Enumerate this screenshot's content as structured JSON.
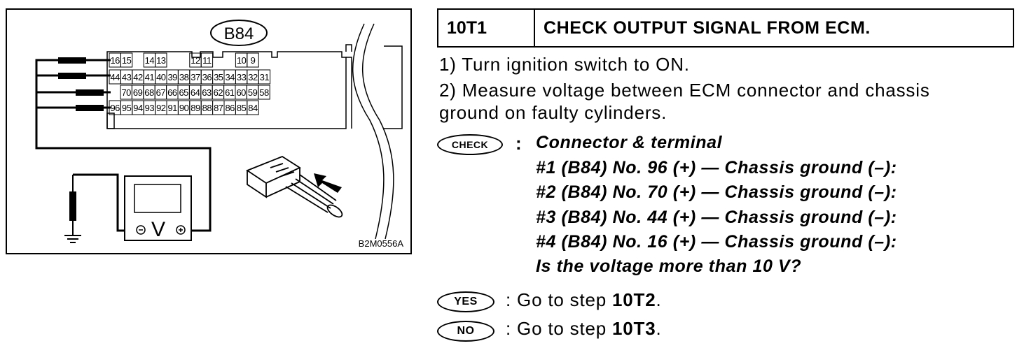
{
  "diagram": {
    "connector_label": "B84",
    "figure_code": "B2M0556A",
    "meter_symbol": "V",
    "pin_rows": [
      [
        "16",
        "15",
        "",
        "14",
        "13",
        "",
        "",
        "12",
        "11",
        "",
        "",
        "10",
        "9"
      ],
      [
        "44",
        "43",
        "42",
        "41",
        "40",
        "39",
        "38",
        "37",
        "36",
        "35",
        "34",
        "33",
        "32",
        "31"
      ],
      [
        "70",
        "69",
        "68",
        "67",
        "66",
        "65",
        "64",
        "63",
        "62",
        "61",
        "60",
        "59",
        "58"
      ],
      [
        "96",
        "95",
        "94",
        "93",
        "92",
        "91",
        "90",
        "89",
        "88",
        "87",
        "86",
        "85",
        "84"
      ]
    ]
  },
  "step": {
    "code": "10T1",
    "title": "CHECK OUTPUT SIGNAL FROM ECM."
  },
  "instructions": [
    "1)  Turn ignition switch to ON.",
    "2)  Measure voltage between ECM connector and chassis",
    "ground on faulty cylinders."
  ],
  "check": {
    "badge": "CHECK",
    "colon": ":",
    "title": "Connector & terminal",
    "lines": [
      "#1 (B84) No. 96 (+) — Chassis ground (–):",
      "#2 (B84) No. 70 (+) — Chassis ground (–):",
      "#3 (B84) No. 44 (+) — Chassis ground (–):",
      "#4 (B84) No. 16 (+) — Chassis ground (–):"
    ],
    "question": "Is the voltage more than 10 V?"
  },
  "yes": {
    "badge": "YES",
    "prefix": ":  Go to step ",
    "target": "10T2",
    "suffix": "."
  },
  "no": {
    "badge": "NO",
    "prefix": ":  Go to step ",
    "target": "10T3",
    "suffix": "."
  }
}
